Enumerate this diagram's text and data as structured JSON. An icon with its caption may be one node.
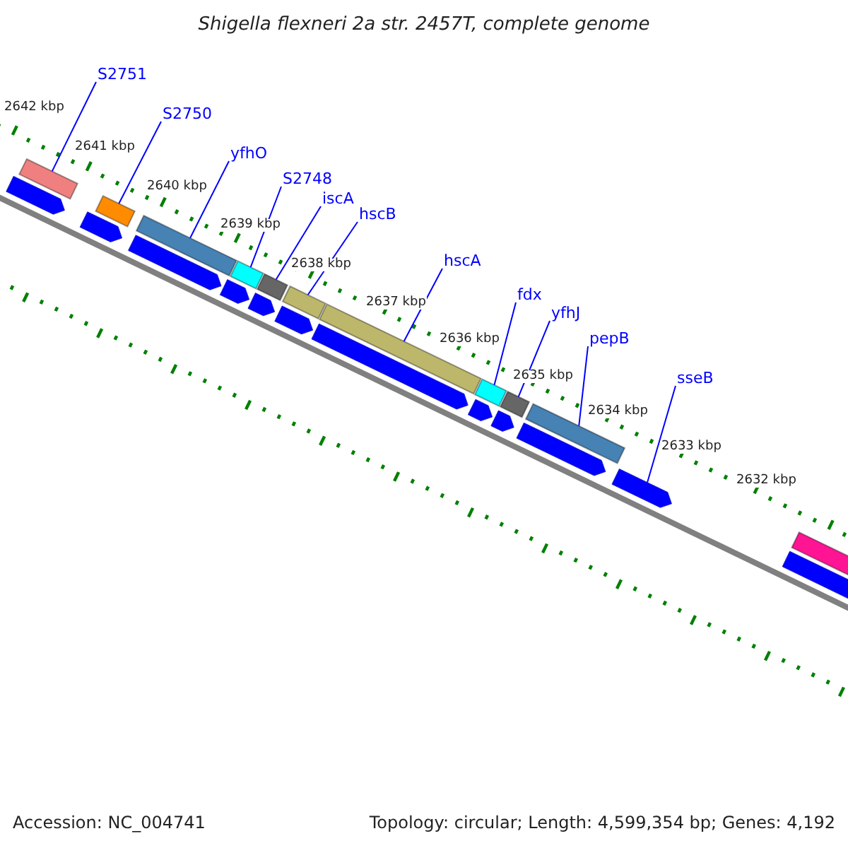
{
  "diagram": {
    "title": "Shigella flexneri 2a str. 2457T, complete genome",
    "nodes": [
      {
        "text": [
          "S2751"
        ]
      },
      {
        "text": [
          "S2750"
        ]
      },
      {
        "text": [
          "yfhO"
        ]
      },
      {
        "text": [
          "S2748"
        ]
      },
      {
        "text": [
          "iscA"
        ]
      },
      {
        "text": [
          "hscB"
        ]
      },
      {
        "text": [
          "hscA"
        ]
      },
      {
        "text": [
          "fdx"
        ]
      },
      {
        "text": [
          "yfhJ"
        ]
      },
      {
        "text": [
          "pepB"
        ]
      },
      {
        "text": [
          "sseB"
        ]
      },
      {
        "text": [],
        "shape": "bar"
      },
      {
        "text": [],
        "shape": "bar"
      },
      {
        "text": [],
        "shape": "bar"
      },
      {
        "text": [],
        "shape": "bar"
      },
      {
        "text": [],
        "shape": "bar"
      },
      {
        "text": [],
        "shape": "bar"
      },
      {
        "text": [],
        "shape": "bar"
      },
      {
        "text": [],
        "shape": "bar"
      },
      {
        "text": [],
        "shape": "bar"
      },
      {
        "text": [],
        "shape": "bar"
      },
      {
        "text": [],
        "shape": "arrow"
      },
      {
        "text": [],
        "shape": "arrow"
      },
      {
        "text": [],
        "shape": "arrow"
      },
      {
        "text": [],
        "shape": "arrow"
      },
      {
        "text": [],
        "shape": "arrow"
      },
      {
        "text": [],
        "shape": "arrow"
      },
      {
        "text": [],
        "shape": "arrow"
      },
      {
        "text": [],
        "shape": "arrow"
      },
      {
        "text": [],
        "shape": "arrow"
      },
      {
        "text": [],
        "shape": "arrow"
      },
      {
        "text": [],
        "shape": "arrow"
      },
      {
        "text": [],
        "shape": "arrow"
      },
      {
        "text": [],
        "shape": "bar"
      }
    ],
    "edges": [
      {
        "from": 0,
        "to": 11,
        "arrow": "none"
      },
      {
        "from": 1,
        "to": 12,
        "arrow": "none"
      },
      {
        "from": 2,
        "to": 13,
        "arrow": "none"
      },
      {
        "from": 3,
        "to": 14,
        "arrow": "none"
      },
      {
        "from": 4,
        "to": 15,
        "arrow": "none"
      },
      {
        "from": 5,
        "to": 16,
        "arrow": "none"
      },
      {
        "from": 6,
        "to": 17,
        "arrow": "none"
      },
      {
        "from": 7,
        "to": 18,
        "arrow": "none"
      },
      {
        "from": 8,
        "to": 19,
        "arrow": "none"
      },
      {
        "from": 9,
        "to": 20,
        "arrow": "none"
      },
      {
        "from": 10,
        "to": 21,
        "arrow": "none"
      }
    ],
    "labels": [
      "2642 kbp",
      "2641 kbp",
      "2640 kbp",
      "2639 kbp",
      "2638 kbp",
      "2637 kbp",
      "2636 kbp",
      "2635 kbp",
      "2634 kbp",
      "2633 kbp",
      "2632 kbp",
      "Accession: NC_004741",
      "Topology: circular; Length: 4,599,354 bp; Genes: 4,192"
    ]
  }
}
